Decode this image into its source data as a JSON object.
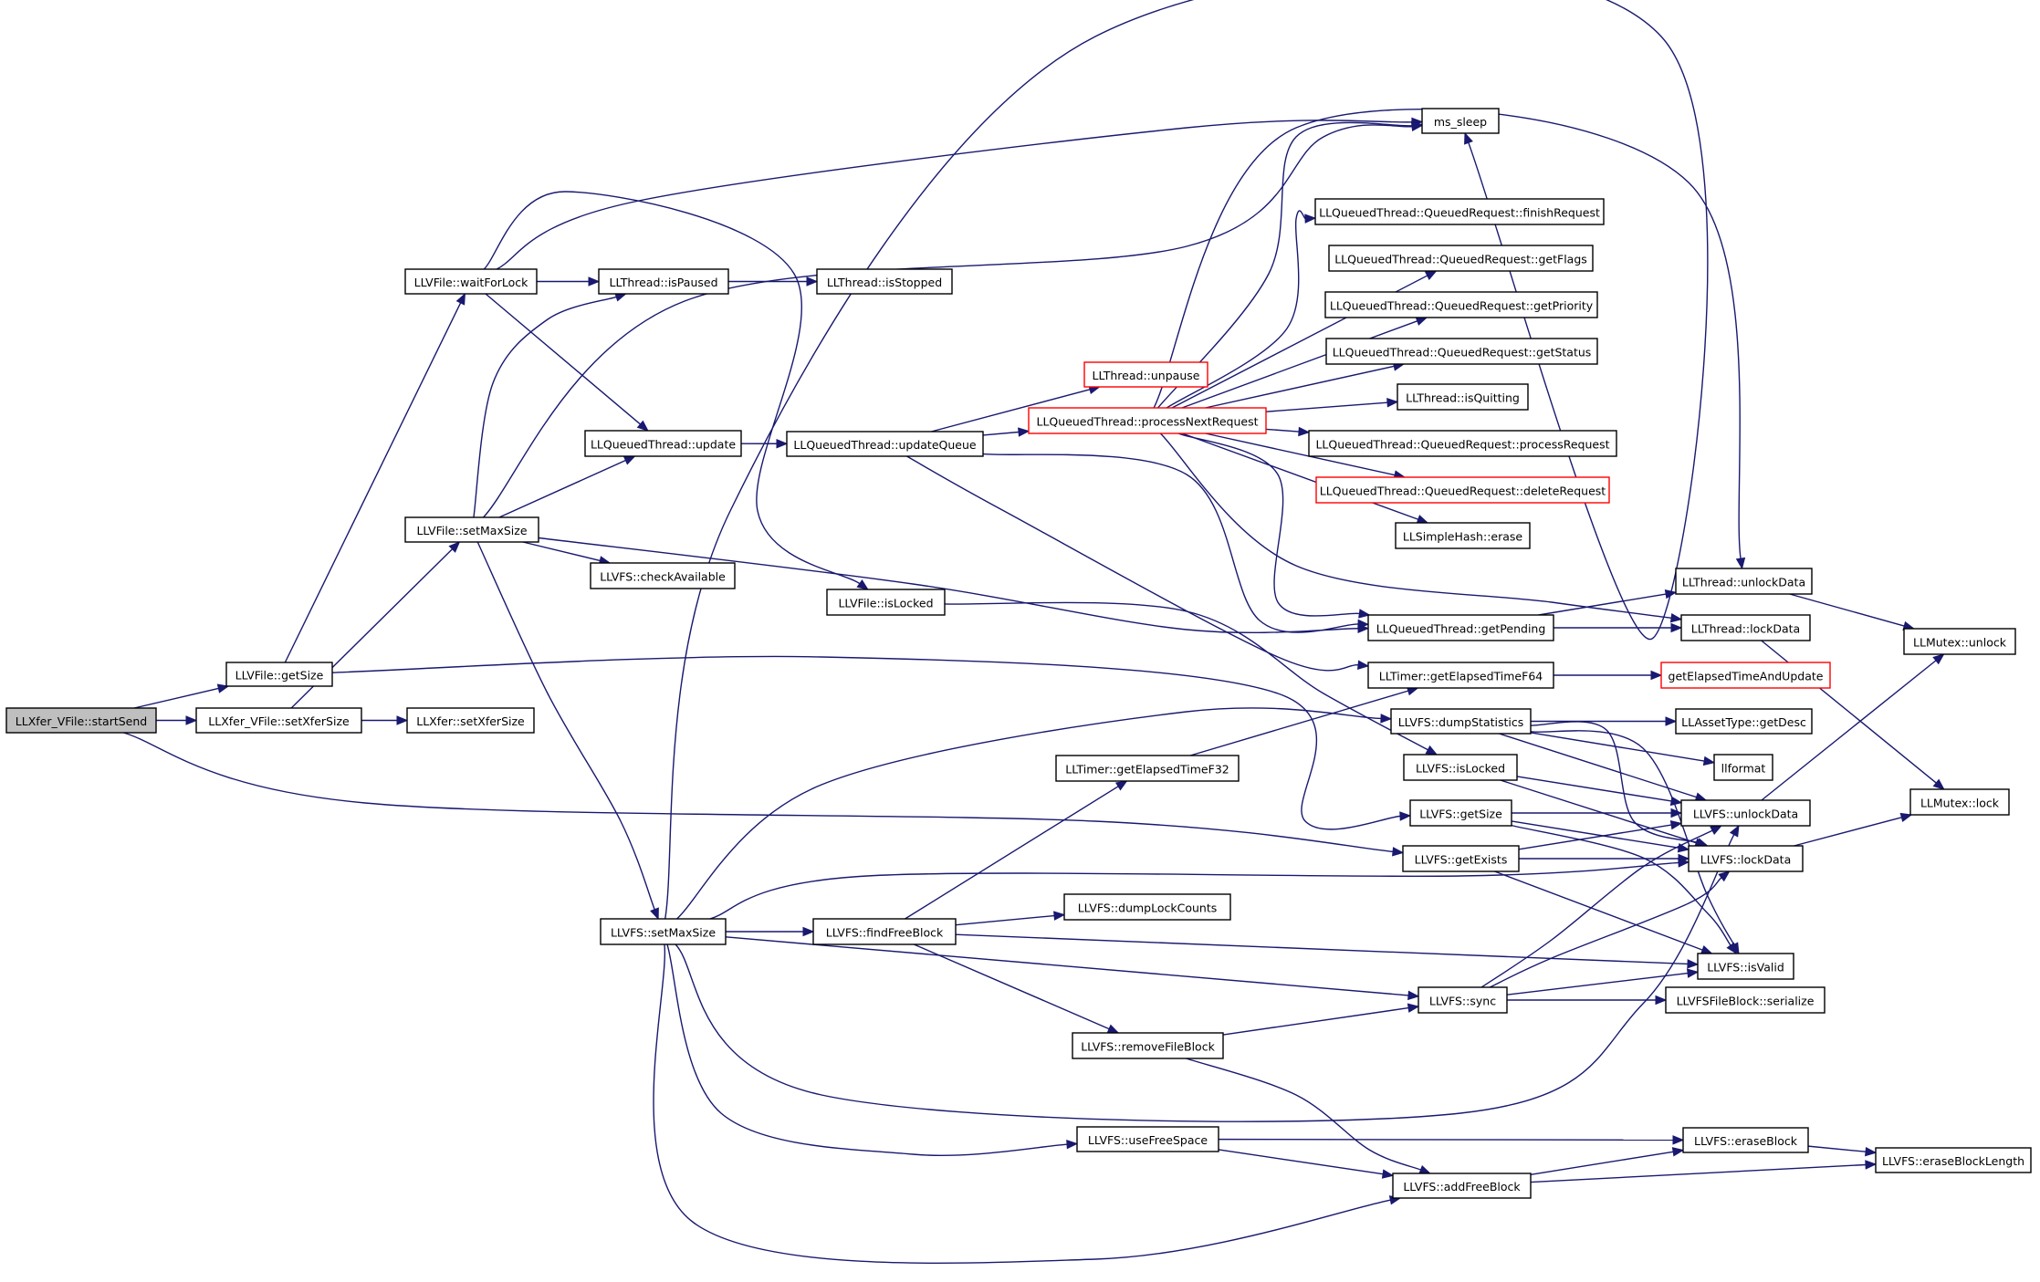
{
  "colors": {
    "edge": "#191970",
    "node_border": "#000000",
    "node_border_incomplete": "#ff0000",
    "root_fill": "#bfbfbf"
  },
  "nodes": [
    {
      "id": "startSend",
      "label": "LLXfer_VFile::startSend",
      "root": true
    },
    {
      "id": "vfileGetSize",
      "label": "LLVFile::getSize"
    },
    {
      "id": "setXferSizeVF",
      "label": "LLXfer_VFile::setXferSize"
    },
    {
      "id": "xferSetXferSize",
      "label": "LLXfer::setXferSize"
    },
    {
      "id": "waitForLock",
      "label": "LLVFile::waitForLock"
    },
    {
      "id": "vfileSetMaxSize",
      "label": "LLVFile::setMaxSize"
    },
    {
      "id": "isPaused",
      "label": "LLThread::isPaused"
    },
    {
      "id": "isStopped",
      "label": "LLThread::isStopped"
    },
    {
      "id": "qtUpdate",
      "label": "LLQueuedThread::update"
    },
    {
      "id": "updateQueue",
      "label": "LLQueuedThread::updateQueue"
    },
    {
      "id": "unpause",
      "label": "LLThread::unpause",
      "incomplete": true
    },
    {
      "id": "processNextRequest",
      "label": "LLQueuedThread::processNextRequest",
      "incomplete": true
    },
    {
      "id": "msSleep",
      "label": "ms_sleep"
    },
    {
      "id": "finishRequest",
      "label": "LLQueuedThread::QueuedRequest::finishRequest"
    },
    {
      "id": "getFlags",
      "label": "LLQueuedThread::QueuedRequest::getFlags"
    },
    {
      "id": "getPriority",
      "label": "LLQueuedThread::QueuedRequest::getPriority"
    },
    {
      "id": "getStatus",
      "label": "LLQueuedThread::QueuedRequest::getStatus"
    },
    {
      "id": "isQuitting",
      "label": "LLThread::isQuitting"
    },
    {
      "id": "processRequest",
      "label": "LLQueuedThread::QueuedRequest::processRequest"
    },
    {
      "id": "deleteRequest",
      "label": "LLQueuedThread::QueuedRequest::deleteRequest",
      "incomplete": true
    },
    {
      "id": "shErase",
      "label": "LLSimpleHash::erase"
    },
    {
      "id": "checkAvailable",
      "label": "LLVFS::checkAvailable"
    },
    {
      "id": "vfileIsLocked",
      "label": "LLVFile::isLocked"
    },
    {
      "id": "getPending",
      "label": "LLQueuedThread::getPending"
    },
    {
      "id": "thUnlockData",
      "label": "LLThread::unlockData"
    },
    {
      "id": "thLockData",
      "label": "LLThread::lockData"
    },
    {
      "id": "muUnlock",
      "label": "LLMutex::unlock"
    },
    {
      "id": "getElapsedF64",
      "label": "LLTimer::getElapsedTimeF64"
    },
    {
      "id": "getElapsedAndUpdate",
      "label": "getElapsedTimeAndUpdate",
      "incomplete": true
    },
    {
      "id": "getElapsedF32",
      "label": "LLTimer::getElapsedTimeF32"
    },
    {
      "id": "dumpStatistics",
      "label": "LLVFS::dumpStatistics"
    },
    {
      "id": "assetGetDesc",
      "label": "LLAssetType::getDesc"
    },
    {
      "id": "llformat",
      "label": "llformat"
    },
    {
      "id": "vfsIsLocked",
      "label": "LLVFS::isLocked"
    },
    {
      "id": "vfsGetSize",
      "label": "LLVFS::getSize"
    },
    {
      "id": "vfsUnlockData",
      "label": "LLVFS::unlockData"
    },
    {
      "id": "muLock",
      "label": "LLMutex::lock"
    },
    {
      "id": "vfsGetExists",
      "label": "LLVFS::getExists"
    },
    {
      "id": "vfsLockData",
      "label": "LLVFS::lockData"
    },
    {
      "id": "vfsSetMaxSize",
      "label": "LLVFS::setMaxSize"
    },
    {
      "id": "findFreeBlock",
      "label": "LLVFS::findFreeBlock"
    },
    {
      "id": "dumpLockCounts",
      "label": "LLVFS::dumpLockCounts"
    },
    {
      "id": "isValid",
      "label": "LLVFS::isValid"
    },
    {
      "id": "sync",
      "label": "LLVFS::sync"
    },
    {
      "id": "serialize",
      "label": "LLVFSFileBlock::serialize"
    },
    {
      "id": "removeFileBlock",
      "label": "LLVFS::removeFileBlock"
    },
    {
      "id": "useFreeSpace",
      "label": "LLVFS::useFreeSpace"
    },
    {
      "id": "eraseBlock",
      "label": "LLVFS::eraseBlock"
    },
    {
      "id": "eraseBlockLength",
      "label": "LLVFS::eraseBlockLength"
    },
    {
      "id": "addFreeBlock",
      "label": "LLVFS::addFreeBlock"
    }
  ],
  "edges": [
    [
      "startSend",
      "vfileGetSize"
    ],
    [
      "startSend",
      "setXferSizeVF"
    ],
    [
      "startSend",
      "vfsGetExists"
    ],
    [
      "setXferSizeVF",
      "xferSetXferSize"
    ],
    [
      "setXferSizeVF",
      "vfileSetMaxSize"
    ],
    [
      "vfileGetSize",
      "waitForLock"
    ],
    [
      "vfileGetSize",
      "vfsGetSize"
    ],
    [
      "waitForLock",
      "isPaused"
    ],
    [
      "waitForLock",
      "qtUpdate"
    ],
    [
      "waitForLock",
      "msSleep"
    ],
    [
      "waitForLock",
      "vfileIsLocked"
    ],
    [
      "isPaused",
      "isStopped"
    ],
    [
      "vfileSetMaxSize",
      "isPaused"
    ],
    [
      "vfileSetMaxSize",
      "qtUpdate"
    ],
    [
      "vfileSetMaxSize",
      "checkAvailable"
    ],
    [
      "vfileSetMaxSize",
      "vfsSetMaxSize"
    ],
    [
      "vfileSetMaxSize",
      "msSleep"
    ],
    [
      "vfileSetMaxSize",
      "getPending"
    ],
    [
      "qtUpdate",
      "updateQueue"
    ],
    [
      "updateQueue",
      "unpause"
    ],
    [
      "updateQueue",
      "processNextRequest"
    ],
    [
      "updateQueue",
      "getPending"
    ],
    [
      "updateQueue",
      "getElapsedF64"
    ],
    [
      "processNextRequest",
      "msSleep"
    ],
    [
      "processNextRequest",
      "finishRequest"
    ],
    [
      "processNextRequest",
      "getFlags"
    ],
    [
      "processNextRequest",
      "getPriority"
    ],
    [
      "processNextRequest",
      "getStatus"
    ],
    [
      "processNextRequest",
      "isQuitting"
    ],
    [
      "processNextRequest",
      "processRequest"
    ],
    [
      "processNextRequest",
      "deleteRequest"
    ],
    [
      "processNextRequest",
      "shErase"
    ],
    [
      "processNextRequest",
      "thUnlockData"
    ],
    [
      "processNextRequest",
      "thLockData"
    ],
    [
      "processNextRequest",
      "getPending"
    ],
    [
      "getPending",
      "thUnlockData"
    ],
    [
      "getPending",
      "thLockData"
    ],
    [
      "thUnlockData",
      "muUnlock"
    ],
    [
      "thLockData",
      "muLock"
    ],
    [
      "vfileIsLocked",
      "vfsIsLocked"
    ],
    [
      "getElapsedF64",
      "getElapsedAndUpdate"
    ],
    [
      "getElapsedF32",
      "getElapsedF64"
    ],
    [
      "dumpStatistics",
      "assetGetDesc"
    ],
    [
      "dumpStatistics",
      "llformat"
    ],
    [
      "dumpStatistics",
      "vfsUnlockData"
    ],
    [
      "dumpStatistics",
      "vfsLockData"
    ],
    [
      "dumpStatistics",
      "isValid"
    ],
    [
      "vfsIsLocked",
      "vfsUnlockData"
    ],
    [
      "vfsIsLocked",
      "vfsLockData"
    ],
    [
      "vfsGetSize",
      "vfsUnlockData"
    ],
    [
      "vfsGetSize",
      "vfsLockData"
    ],
    [
      "vfsGetSize",
      "isValid"
    ],
    [
      "vfsGetExists",
      "vfsUnlockData"
    ],
    [
      "vfsGetExists",
      "vfsLockData"
    ],
    [
      "vfsGetExists",
      "isValid"
    ],
    [
      "vfsUnlockData",
      "muUnlock"
    ],
    [
      "vfsLockData",
      "muLock"
    ],
    [
      "vfsSetMaxSize",
      "msSleep"
    ],
    [
      "vfsSetMaxSize",
      "dumpStatistics"
    ],
    [
      "vfsSetMaxSize",
      "findFreeBlock"
    ],
    [
      "vfsSetMaxSize",
      "vfsLockData"
    ],
    [
      "vfsSetMaxSize",
      "vfsUnlockData"
    ],
    [
      "vfsSetMaxSize",
      "sync"
    ],
    [
      "vfsSetMaxSize",
      "useFreeSpace"
    ],
    [
      "vfsSetMaxSize",
      "addFreeBlock"
    ],
    [
      "findFreeBlock",
      "getElapsedF32"
    ],
    [
      "findFreeBlock",
      "dumpLockCounts"
    ],
    [
      "findFreeBlock",
      "isValid"
    ],
    [
      "findFreeBlock",
      "removeFileBlock"
    ],
    [
      "sync",
      "vfsUnlockData"
    ],
    [
      "sync",
      "vfsLockData"
    ],
    [
      "sync",
      "isValid"
    ],
    [
      "sync",
      "serialize"
    ],
    [
      "removeFileBlock",
      "sync"
    ],
    [
      "removeFileBlock",
      "addFreeBlock"
    ],
    [
      "useFreeSpace",
      "eraseBlock"
    ],
    [
      "useFreeSpace",
      "addFreeBlock"
    ],
    [
      "addFreeBlock",
      "eraseBlock"
    ],
    [
      "addFreeBlock",
      "eraseBlockLength"
    ],
    [
      "eraseBlock",
      "eraseBlockLength"
    ]
  ]
}
